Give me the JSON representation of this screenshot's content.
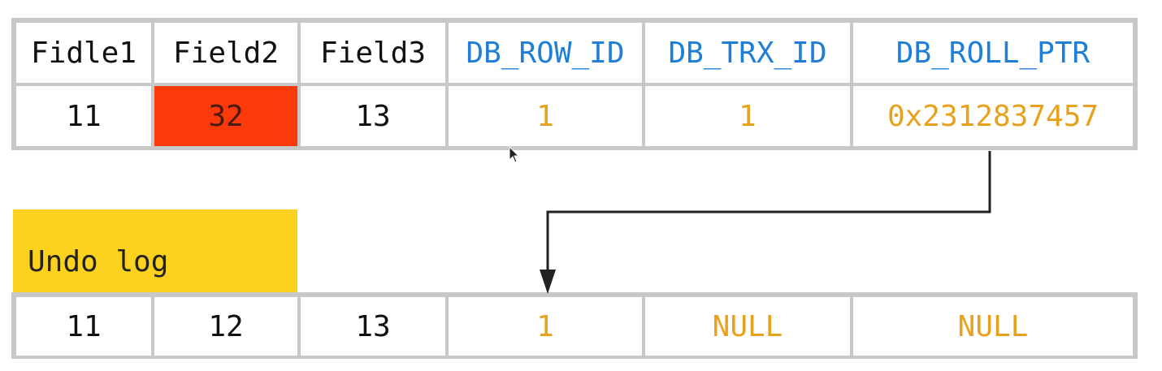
{
  "main_table": {
    "headers": [
      "Fidle1",
      "Field2",
      "Field3",
      "DB_ROW_ID",
      "DB_TRX_ID",
      "DB_ROLL_PTR"
    ],
    "row": [
      "11",
      "32",
      "13",
      "1",
      "1",
      "0x2312837457"
    ]
  },
  "undo_log": {
    "label": "Undo log",
    "row": [
      "11",
      "12",
      "13",
      "1",
      "NULL",
      "NULL"
    ]
  },
  "colors": {
    "system_header": "#1f7fd6",
    "system_value": "#e8a11c",
    "modified_cell": "#fa3a0a",
    "undo_label_bg": "#fcd21f",
    "grid": "#c8c8c8"
  },
  "icons": [
    "mouse-cursor-icon",
    "arrow-down-icon"
  ]
}
